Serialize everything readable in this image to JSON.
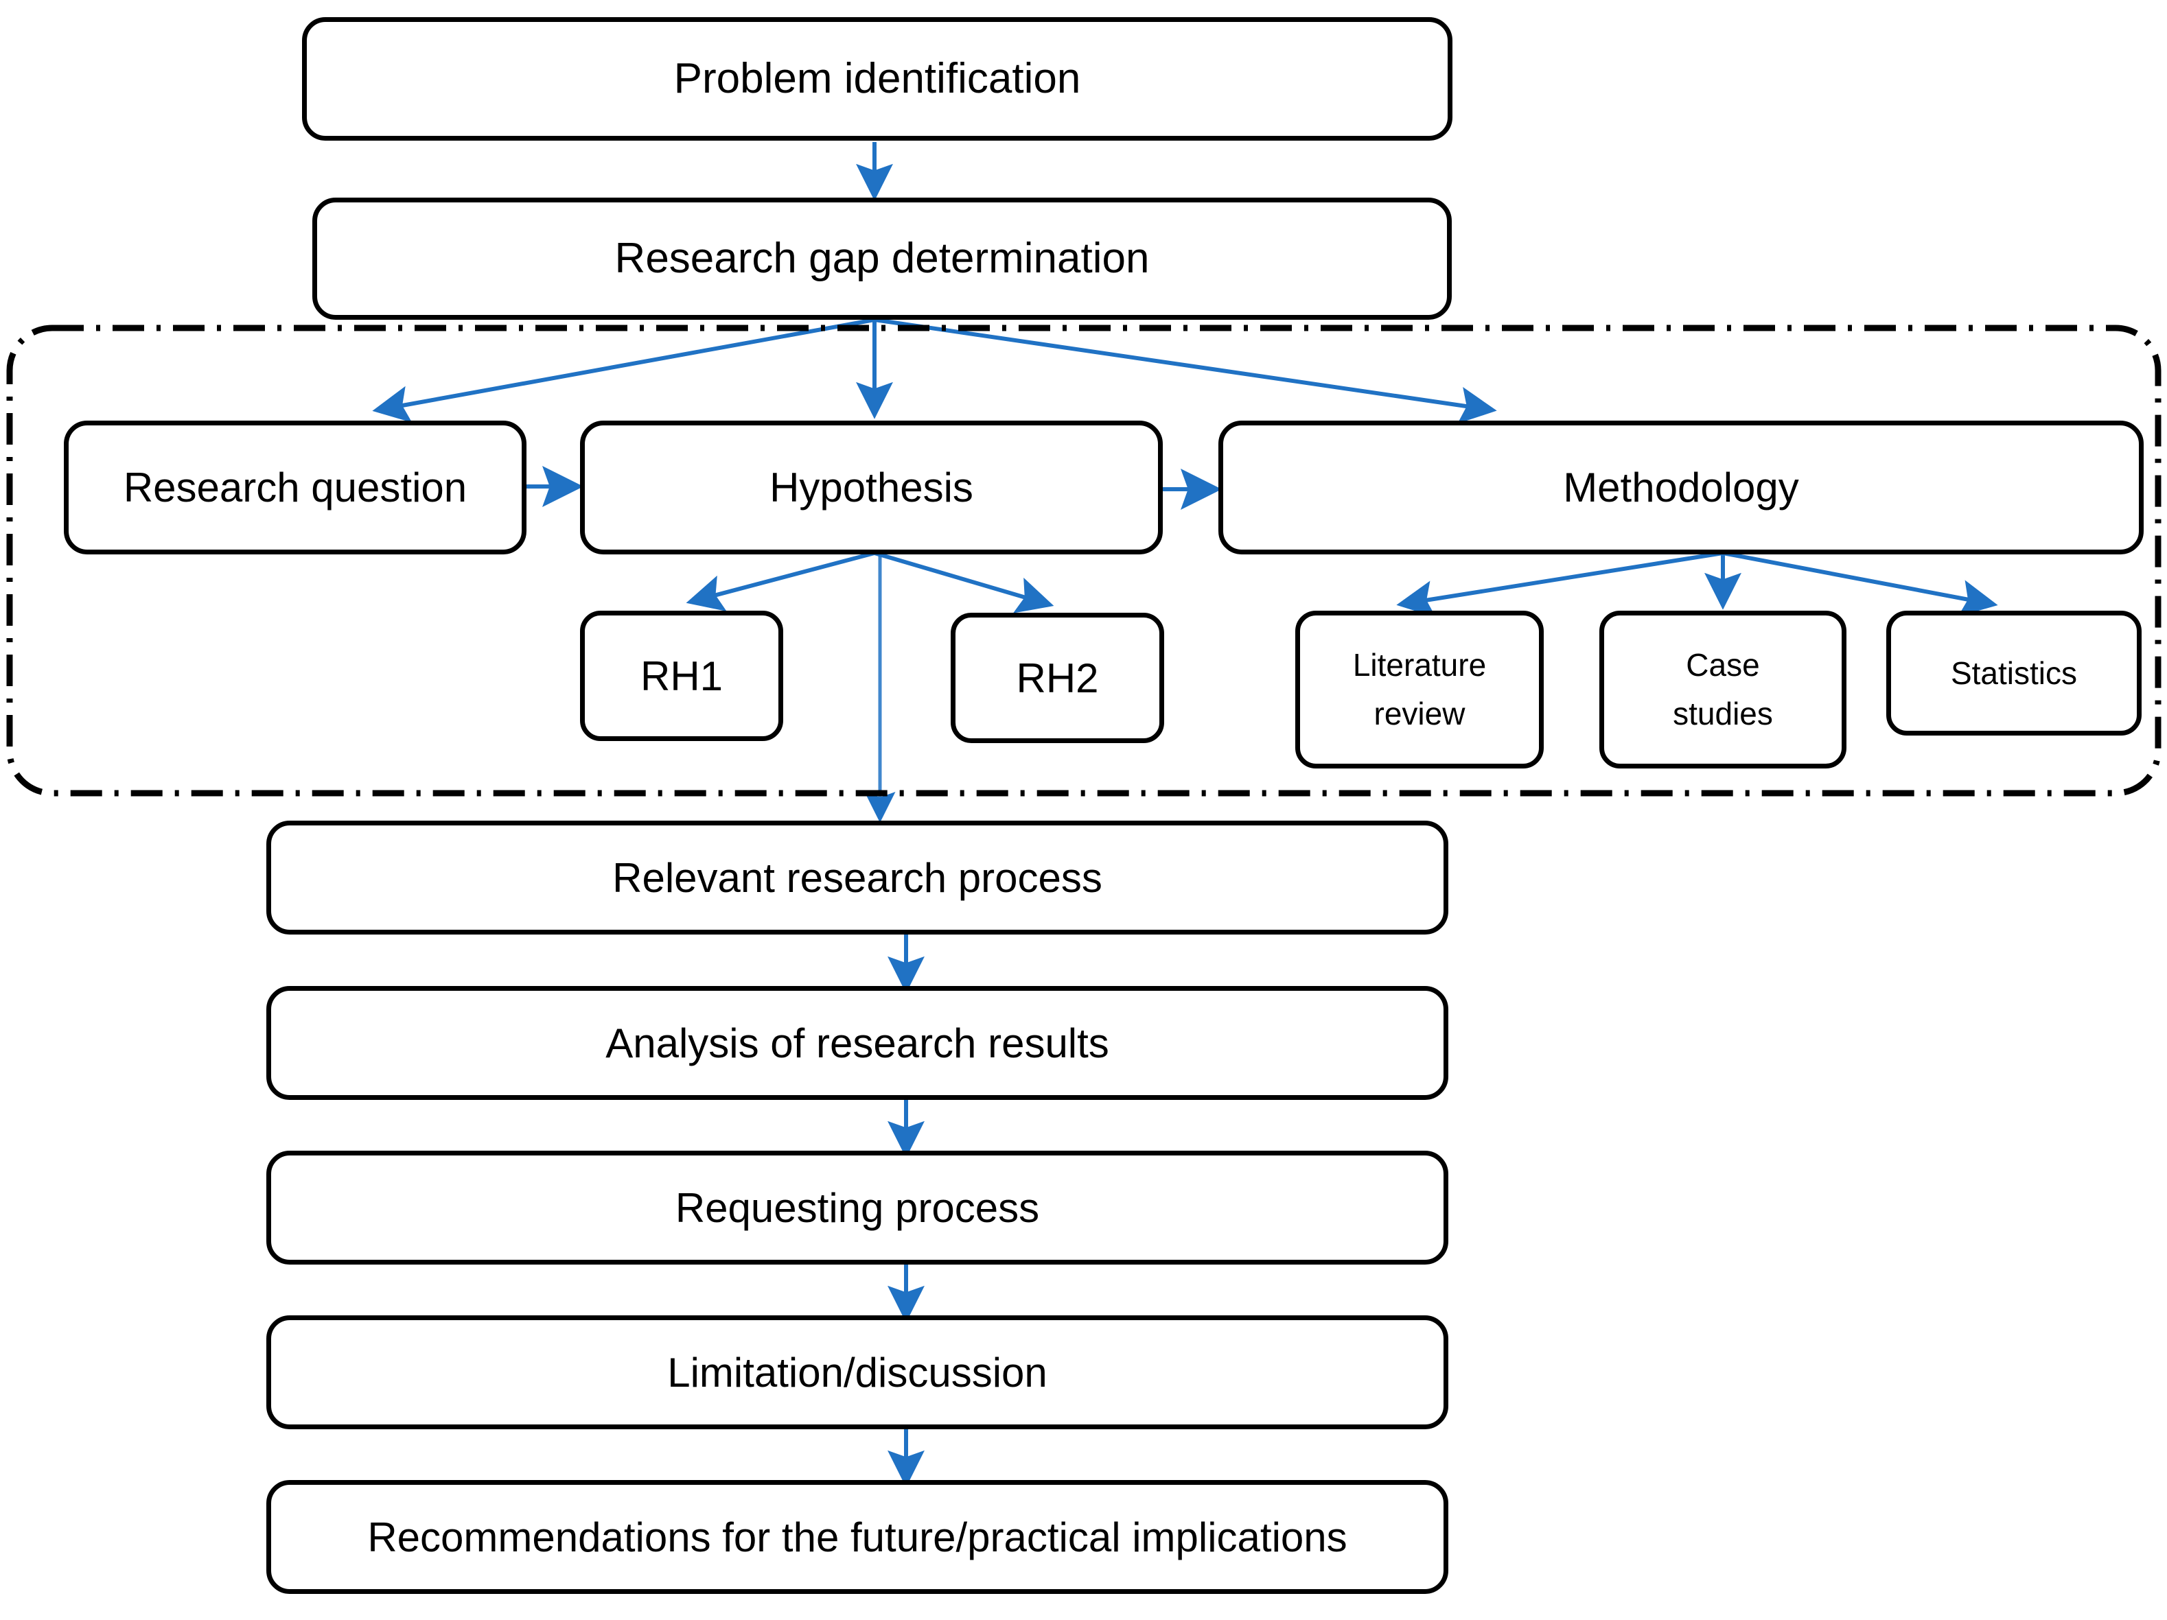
{
  "diagram": {
    "title": "Research process flowchart",
    "colors": {
      "node_border": "#000000",
      "node_fill": "#ffffff",
      "arrow": "#2E75B6",
      "group_border": "#000000",
      "text": "#000000"
    },
    "group": {
      "name": "research-design-group",
      "border_style": "dash-dot",
      "label": ""
    },
    "nodes": [
      {
        "id": "problem",
        "label": "Problem identification"
      },
      {
        "id": "gap",
        "label": "Research gap determination"
      },
      {
        "id": "question",
        "label": "Research question"
      },
      {
        "id": "hypothesis",
        "label": "Hypothesis"
      },
      {
        "id": "methodology",
        "label": "Methodology"
      },
      {
        "id": "rh1",
        "label": "RH1"
      },
      {
        "id": "rh2",
        "label": "RH2"
      },
      {
        "id": "literature",
        "label": "Literature\nreview"
      },
      {
        "id": "case",
        "label": "Case\nstudies"
      },
      {
        "id": "statistics",
        "label": "Statistics"
      },
      {
        "id": "relevant",
        "label": "Relevant research process"
      },
      {
        "id": "analysis",
        "label": "Analysis of research results"
      },
      {
        "id": "requesting",
        "label": "Requesting process"
      },
      {
        "id": "limitation",
        "label": "Limitation/discussion"
      },
      {
        "id": "recommend",
        "label": "Recommendations for the future/practical implications"
      }
    ],
    "node_labels": {
      "problem": "Problem identification",
      "gap": "Research gap determination",
      "question": "Research question",
      "hypothesis": "Hypothesis",
      "methodology": "Methodology",
      "rh1": "RH1",
      "rh2": "RH2",
      "literature_line1": "Literature",
      "literature_line2": "review",
      "case_line1": "Case",
      "case_line2": "studies",
      "statistics": "Statistics",
      "relevant": "Relevant research process",
      "analysis": "Analysis of research results",
      "requesting": "Requesting process",
      "limitation": "Limitation/discussion",
      "recommend": "Recommendations for the future/practical implications"
    },
    "edges": [
      {
        "from": "problem",
        "to": "gap",
        "kind": "vertical"
      },
      {
        "from": "gap",
        "to": "question",
        "kind": "diagonal"
      },
      {
        "from": "gap",
        "to": "hypothesis",
        "kind": "vertical"
      },
      {
        "from": "gap",
        "to": "methodology",
        "kind": "diagonal"
      },
      {
        "from": "question",
        "to": "hypothesis",
        "kind": "horizontal"
      },
      {
        "from": "hypothesis",
        "to": "methodology",
        "kind": "horizontal"
      },
      {
        "from": "hypothesis",
        "to": "rh1",
        "kind": "diagonal"
      },
      {
        "from": "hypothesis",
        "to": "rh2",
        "kind": "diagonal"
      },
      {
        "from": "hypothesis",
        "to": "relevant",
        "kind": "vertical"
      },
      {
        "from": "methodology",
        "to": "literature",
        "kind": "diagonal"
      },
      {
        "from": "methodology",
        "to": "case",
        "kind": "vertical"
      },
      {
        "from": "methodology",
        "to": "statistics",
        "kind": "diagonal"
      },
      {
        "from": "relevant",
        "to": "analysis",
        "kind": "vertical"
      },
      {
        "from": "analysis",
        "to": "requesting",
        "kind": "vertical"
      },
      {
        "from": "requesting",
        "to": "limitation",
        "kind": "vertical"
      },
      {
        "from": "limitation",
        "to": "recommend",
        "kind": "vertical"
      }
    ]
  }
}
